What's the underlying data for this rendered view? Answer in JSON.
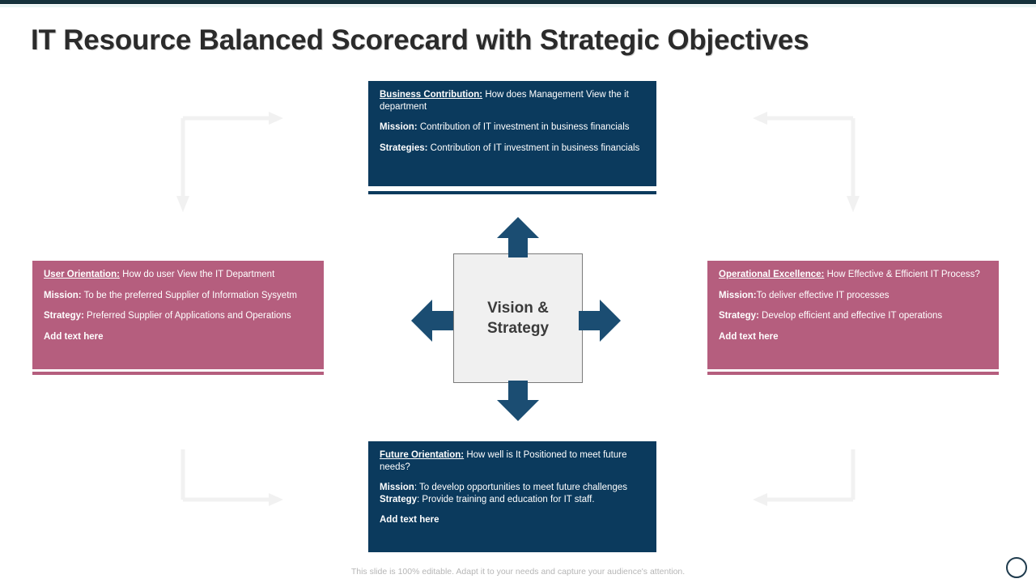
{
  "slide": {
    "title": "IT Resource Balanced Scorecard with Strategic Objectives",
    "footer_note": "This slide is 100% editable. Adapt it to your needs and capture your audience's attention."
  },
  "colors": {
    "navy": "#0b3a5d",
    "pink": "#b55e7e",
    "top_rule": "#16323c",
    "center_box_fill": "#f0f0f0",
    "arrow": "#1b4d72",
    "deco_arrow": "#f2f2f2",
    "title_text": "#2b2b2b",
    "footer_text": "#b6b6b6"
  },
  "center": {
    "line1": "Vision &",
    "line2": "Strategy"
  },
  "quadrants": {
    "business_contribution": {
      "heading": "Business Contribution:",
      "heading_rest": " How does Management View the it department",
      "mission_key": "Mission:",
      "mission_text": " Contribution of IT investment in business financials",
      "strategy_key": "Strategies:",
      "strategy_text": " Contribution of IT investment in business financials",
      "add_text": ""
    },
    "user_orientation": {
      "heading": "User Orientation:",
      "heading_rest": " How do user View the IT Department",
      "mission_key": "Mission:",
      "mission_text": " To be the preferred Supplier of Information Sysyetm",
      "strategy_key": "Strategy:",
      "strategy_text": " Preferred Supplier of Applications and Operations",
      "add_text": "Add text here"
    },
    "operational_excellence": {
      "heading": "Operational Excellence:",
      "heading_rest": " How Effective & Efficient IT Process?",
      "mission_key": "Mission:",
      "mission_text": "To deliver effective IT processes",
      "strategy_key": "Strategy:",
      "strategy_text": " Develop efficient and effective IT operations",
      "add_text": "Add text here"
    },
    "future_orientation": {
      "heading": "Future Orientation:",
      "heading_rest": " How well is It Positioned to meet future needs?",
      "mission_key": "Mission",
      "mission_text": ": To develop opportunities to meet future challenges",
      "strategy_key": "Strategy",
      "strategy_text": ": Provide training and education for IT staff.",
      "add_text": "Add text here"
    }
  },
  "icons": {
    "arrow_up": "arrow-up-icon",
    "arrow_down": "arrow-down-icon",
    "arrow_left": "arrow-left-icon",
    "arrow_right": "arrow-right-icon",
    "deco_top_left": "elbow-arrow-top-left-icon",
    "deco_top_right": "elbow-arrow-top-right-icon",
    "deco_bottom_left": "elbow-arrow-bottom-left-icon",
    "deco_bottom_right": "elbow-arrow-bottom-right-icon",
    "corner_circle": "circle-outline-icon"
  }
}
